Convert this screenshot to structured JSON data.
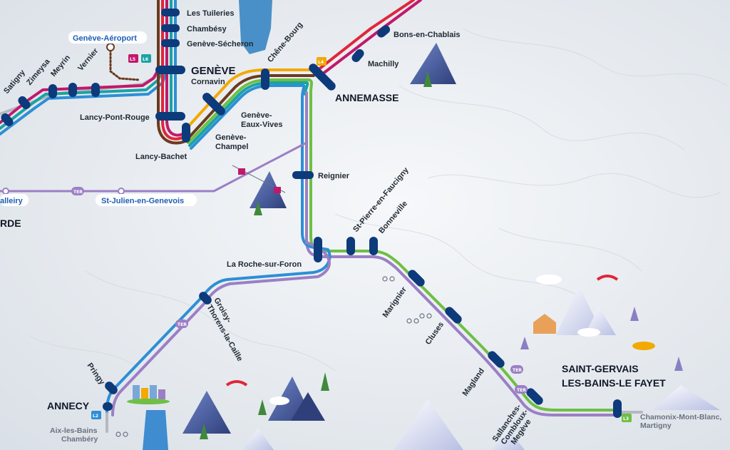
{
  "map": {
    "colors": {
      "red": "#e0263a",
      "magenta": "#c2186b",
      "brown": "#6b3a1f",
      "orange": "#f2a900",
      "green": "#6fbf44",
      "teal": "#1aa3a3",
      "blue": "#2d8fd5",
      "purple": "#9b7fc4",
      "grey": "#b5b9bf",
      "station": "#0d3a7a"
    },
    "stations": {
      "les_tuileries": "Les Tuileries",
      "chambesy": "Chambésy",
      "geneve_secheron": "Genève-Sécheron",
      "geneve_aeroport": "Genève-Aéroport",
      "vernier": "Vernier",
      "meyrin": "Meyrin",
      "zimeysa": "Zimeysa",
      "satigny": "Satigny",
      "geneve": "GENÈVE",
      "cornavin": "Cornavin",
      "chene_bourg": "Chêne-Bourg",
      "lancy_pont_rouge": "Lancy-Pont-Rouge",
      "lancy_bachet": "Lancy-Bachet",
      "geneve_eaux_vives_1": "Genève-",
      "geneve_eaux_vives_2": "Eaux-Vives",
      "geneve_champel_1": "Genève-",
      "geneve_champel_2": "Champel",
      "annemasse": "ANNEMASSE",
      "machilly": "Machilly",
      "bons_en_chablais": "Bons-en-Chablais",
      "reignier": "Reignier",
      "st_julien": "St-Julien-en-Genevois",
      "valleiry": "alleiry",
      "la_plaine": "RDE",
      "la_roche": "La Roche-sur-Foron",
      "st_pierre": "St-Pierre-en-Faucigny",
      "bonneville": "Bonneville",
      "marignier": "Marignier",
      "cluses": "Cluses",
      "magland": "Magland",
      "sallanches_1": "Sallanches-",
      "sallanches_2": "Combloux-",
      "sallanches_3": "Megève",
      "st_gervais_1": "SAINT-GERVAIS",
      "st_gervais_2": "LES-BAINS-LE FAYET",
      "chamonix_1": "Chamonix-Mont-Blanc,",
      "chamonix_2": "Martigny",
      "groisy_1": "Groisy-",
      "groisy_2": "Thorens-la-Caille",
      "pringy": "Pringy",
      "annecy": "ANNECY",
      "aix_1": "Aix-les-Bains",
      "aix_2": "Chambéry"
    },
    "badges": {
      "l5": "L5",
      "l6": "L6",
      "l4": "L4",
      "l2": "L2",
      "l3": "L3",
      "ter": "TER"
    },
    "icons": [
      "mountain-icon",
      "cable-car-icon",
      "cyclist-icon",
      "paraglider-icon",
      "skier-icon",
      "hot-spring-icon",
      "chalet-icon",
      "tree-icon",
      "lake-icon"
    ]
  }
}
